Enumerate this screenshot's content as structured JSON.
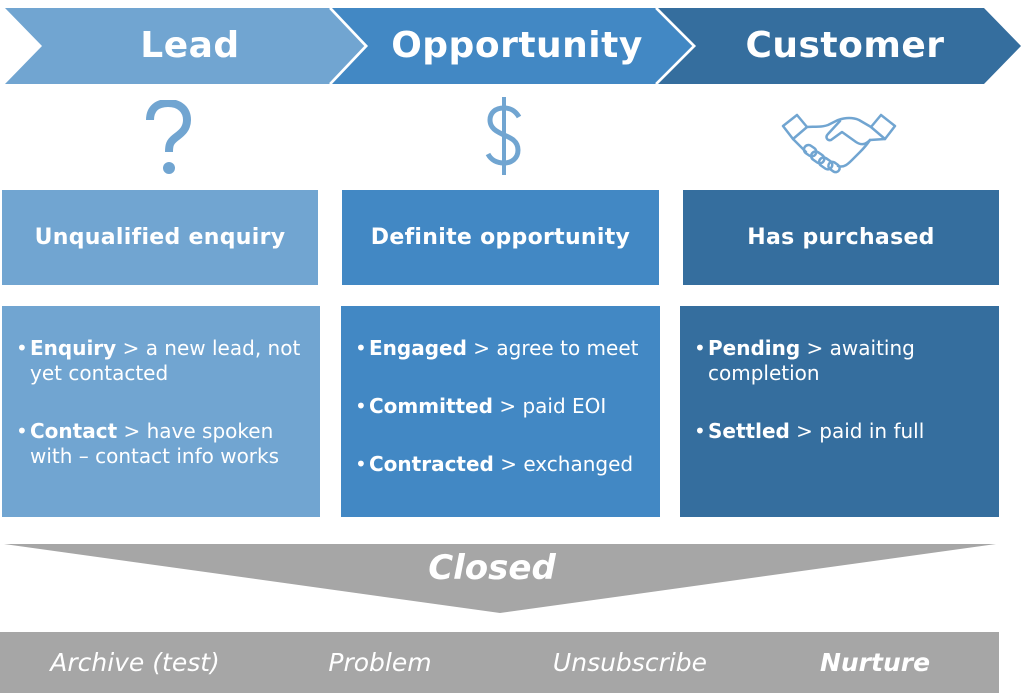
{
  "colors": {
    "lead": "#71a5d1",
    "opportunity": "#4288c4",
    "customer": "#356e9e",
    "icon": "#71a5d1",
    "closed": "#a6a6a6",
    "text": "#ffffff"
  },
  "stages": [
    {
      "header": "Lead",
      "icon": "question-mark-icon",
      "icon_glyph": "?",
      "title": "Unqualified enquiry",
      "bullets": [
        {
          "term": "Enquiry",
          "desc": " > a new lead, not yet contacted"
        },
        {
          "term": "Contact",
          "desc": " > have spoken with – contact info works"
        }
      ]
    },
    {
      "header": "Opportunity",
      "icon": "dollar-sign-icon",
      "icon_glyph": "$",
      "title": "Definite opportunity",
      "bullets": [
        {
          "term": "Engaged",
          "desc": " > agree to meet"
        },
        {
          "term": "Committed",
          "desc": " > paid EOI"
        },
        {
          "term": "Contracted",
          "desc": " > exchanged"
        }
      ]
    },
    {
      "header": "Customer",
      "icon": "handshake-icon",
      "title": "Has purchased",
      "bullets": [
        {
          "term": "Pending",
          "desc": " > awaiting completion"
        },
        {
          "term": "Settled",
          "desc": " > paid in full"
        }
      ]
    }
  ],
  "bullet_char": "•",
  "closed": {
    "label": "Closed",
    "outcomes": [
      {
        "label": "Archive (test)",
        "emphasis": false
      },
      {
        "label": "Problem",
        "emphasis": false
      },
      {
        "label": "Unsubscribe",
        "emphasis": false
      },
      {
        "label": "Nurture",
        "emphasis": true
      }
    ]
  }
}
